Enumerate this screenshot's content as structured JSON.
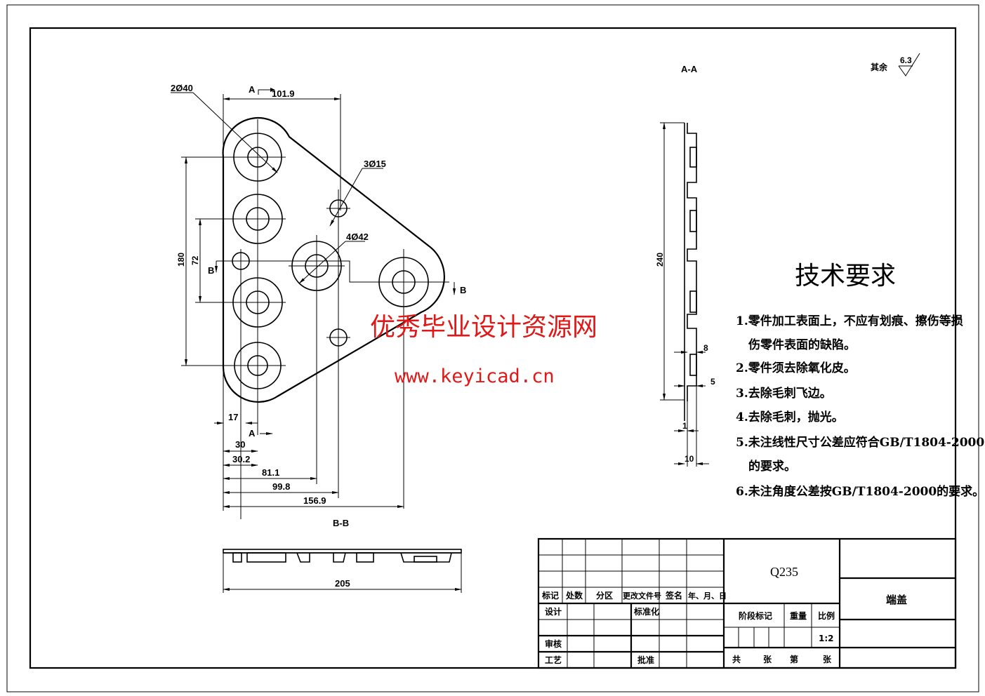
{
  "drawing": {
    "title": "端盖",
    "material": "Q235",
    "scale": "1:2",
    "roughness_note": {
      "label": "其余",
      "value": "6.3"
    }
  },
  "views": {
    "main": {
      "section_marks": {
        "a": "A",
        "b": "B"
      },
      "callouts": {
        "holes_40": "2Ø40",
        "holes_15": "3Ø15",
        "holes_42": "4Ø42"
      },
      "dims": {
        "top_width": "101.9",
        "height_total": "180",
        "height_inner": "72",
        "d17": "17",
        "d30": "30",
        "d30_2": "30.2",
        "d81_1": "81.1",
        "d99_8": "99.8",
        "d156_9": "156.9"
      }
    },
    "section_aa": {
      "label": "A-A",
      "dims": {
        "height": "240",
        "d8": "8",
        "d5": "5",
        "d1": "1",
        "d10": "10"
      }
    },
    "section_bb": {
      "label": "B-B",
      "dims": {
        "width": "205"
      }
    }
  },
  "technical_requirements": {
    "title": "技术要求",
    "lines": [
      "1.零件加工表面上，不应有划痕、擦伤等损",
      "伤零件表面的缺陷。",
      "2.零件须去除氧化皮。",
      "3.去除毛刺飞边。",
      "4.去除毛刺，抛光。",
      "5.未注线性尺寸公差应符合GB/T1804-2000",
      "的要求。",
      "6.未注角度公差按GB/T1804-2000的要求。"
    ]
  },
  "title_block": {
    "revision_headers": [
      "标记",
      "处数",
      "分区",
      "更改文件号",
      "签名",
      "年、月、日"
    ],
    "roles": {
      "design": "设计",
      "standardize": "标准化",
      "review": "审核",
      "process": "工艺",
      "approve": "批准"
    },
    "stage_mark": "阶段标记",
    "weight": "重量",
    "scale_label": "比例",
    "sheet": {
      "total": "共",
      "sheets1": "张",
      "sheet_no": "第",
      "sheets2": "张"
    }
  },
  "watermark": {
    "text": "优秀毕业设计资源网",
    "url": "www.keyicad.cn"
  }
}
